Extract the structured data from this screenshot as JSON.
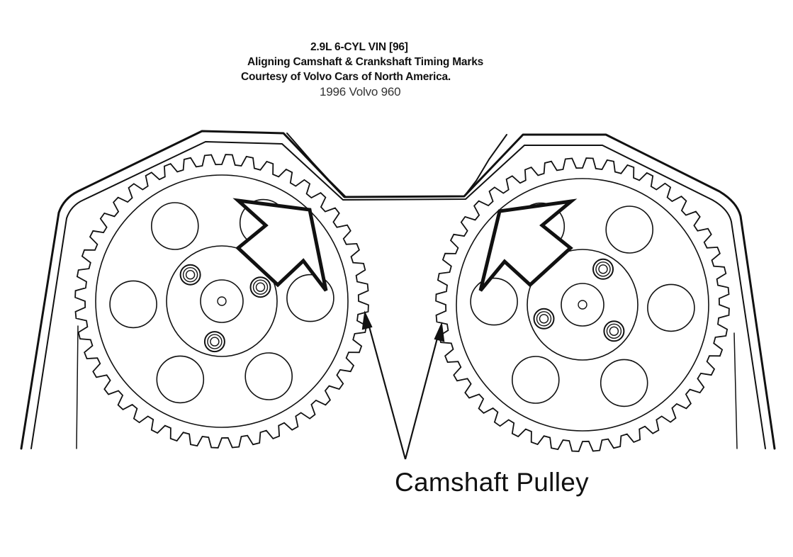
{
  "header": {
    "line1": "2.9L 6-CYL VIN [96]",
    "line2": "Aligning Camshaft & Crankshaft Timing Marks",
    "line3": "Courtesy of Volvo Cars of North America.",
    "line4": "1996 Volvo 960"
  },
  "diagram": {
    "callout_label": "Camshaft Pulley",
    "stroke_color": "#111111",
    "background_color": "#ffffff"
  }
}
